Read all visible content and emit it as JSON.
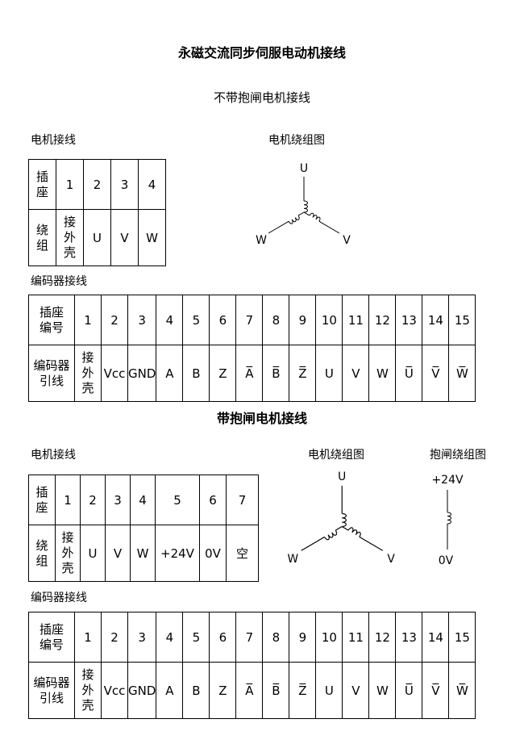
{
  "page": {
    "title": "永磁交流同步伺服电动机接线"
  },
  "no_brake": {
    "heading": "不带抱闸电机接线",
    "motor_wiring_label": "电机接线",
    "winding_diagram_label": "电机绕组图",
    "motor_table": {
      "socket_header": "插座",
      "winding_header": "绕组",
      "sockets": [
        "1",
        "2",
        "3",
        "4"
      ],
      "windings": [
        "接外壳",
        "U",
        "V",
        "W"
      ]
    },
    "winding_diagram": {
      "top": "U",
      "left": "W",
      "right": "V"
    },
    "encoder_label": "编码器接线",
    "encoder_table": {
      "socket_header": "插座编号",
      "lead_header": "编码器引线",
      "sockets": [
        "1",
        "2",
        "3",
        "4",
        "5",
        "6",
        "7",
        "8",
        "9",
        "10",
        "11",
        "12",
        "13",
        "14",
        "15"
      ],
      "leads": [
        "接外壳",
        "Vcc",
        "GND",
        "A",
        "B",
        "Z",
        "A̅",
        "B̅",
        "Z̅",
        "U",
        "V",
        "W",
        "U̅",
        "V̅",
        "W̅"
      ]
    }
  },
  "with_brake": {
    "heading": "带抱闸电机接线",
    "motor_wiring_label": "电机接线",
    "winding_diagram_label": "电机绕组图",
    "brake_diagram_label": "抱闸绕组图",
    "motor_table": {
      "socket_header": "插座",
      "winding_header": "绕组",
      "sockets": [
        "1",
        "2",
        "3",
        "4",
        "5",
        "6",
        "7"
      ],
      "windings": [
        "接外壳",
        "U",
        "V",
        "W",
        "+24V",
        "0V",
        "空"
      ]
    },
    "winding_diagram": {
      "top": "U",
      "left": "W",
      "right": "V"
    },
    "brake_diagram": {
      "top": "+24V",
      "bottom": "0V"
    },
    "encoder_label": "编码器接线",
    "encoder_table": {
      "socket_header": "插座编号",
      "lead_header": "编码器引线",
      "sockets": [
        "1",
        "2",
        "3",
        "4",
        "5",
        "6",
        "7",
        "8",
        "9",
        "10",
        "11",
        "12",
        "13",
        "14",
        "15"
      ],
      "leads": [
        "接外壳",
        "Vcc",
        "GND",
        "A",
        "B",
        "Z",
        "A̅",
        "B̅",
        "Z̅",
        "U",
        "V",
        "W",
        "U̅",
        "V̅",
        "W̅"
      ]
    }
  }
}
